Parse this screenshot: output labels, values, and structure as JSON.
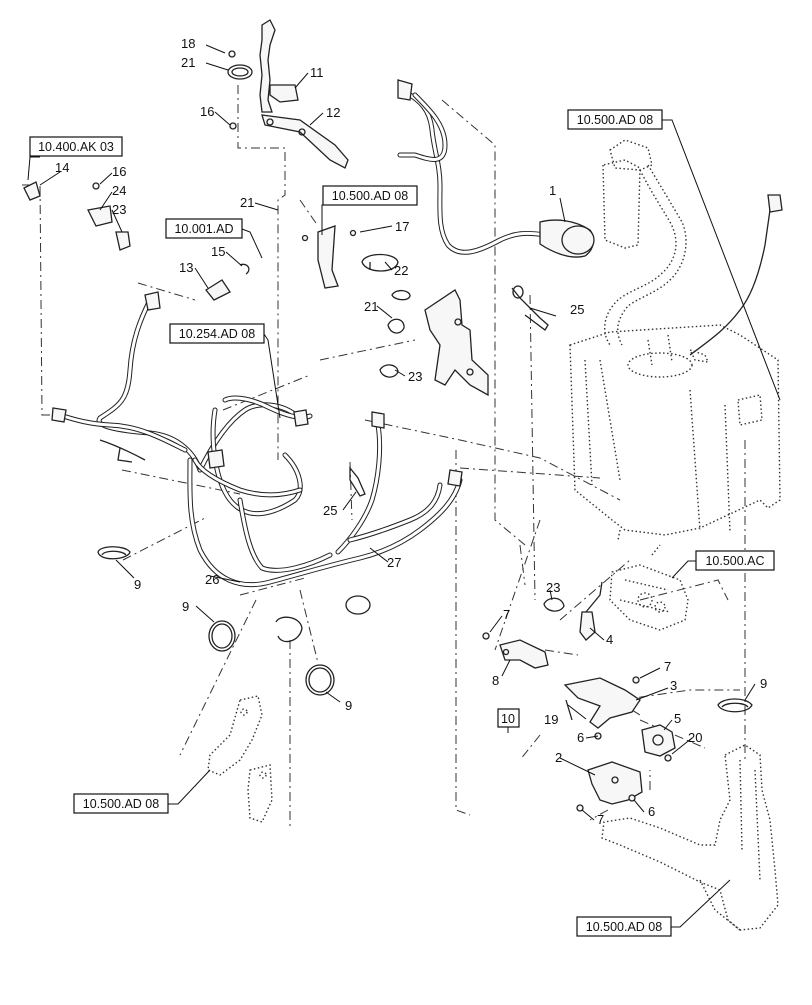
{
  "references": {
    "r_10_400_ak_03": "10.400.AK 03",
    "r_10_001_ad": "10.001.AD",
    "r_10_254_ad_08": "10.254.AD 08",
    "r_10_500_ad_08_top": "10.500.AD 08",
    "r_10_500_ad_08_mid": "10.500.AD 08",
    "r_10_500_ac": "10.500.AC",
    "r_10_500_ad_08_left": "10.500.AD 08",
    "r_10_500_ad_08_bottom": "10.500.AD 08",
    "r_10": "10"
  },
  "callouts": {
    "c1": "1",
    "c2": "2",
    "c3": "3",
    "c4": "4",
    "c5": "5",
    "c6a": "6",
    "c6b": "6",
    "c7a": "7",
    "c7b": "7",
    "c7c": "7",
    "c8": "8",
    "c9a": "9",
    "c9b": "9",
    "c9c": "9",
    "c9d": "9",
    "c11": "11",
    "c12": "12",
    "c13": "13",
    "c14": "14",
    "c15": "15",
    "c16a": "16",
    "c16b": "16",
    "c17": "17",
    "c18": "18",
    "c19": "19",
    "c20": "20",
    "c21a": "21",
    "c21b": "21",
    "c21c": "21",
    "c22": "22",
    "c23a": "23",
    "c23b": "23",
    "c23c": "23",
    "c24": "24",
    "c25a": "25",
    "c25b": "25",
    "c26": "26",
    "c27": "27"
  }
}
